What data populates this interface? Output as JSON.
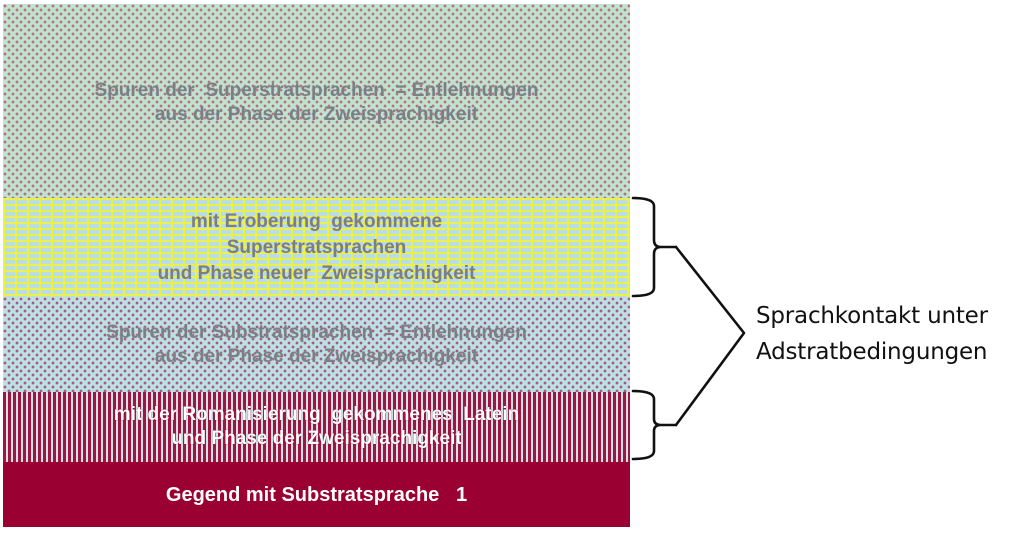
{
  "diagram": {
    "layers": [
      {
        "id": "superstrate-traces",
        "lines": [
          "Spuren der  Superstratsprachen  = Entlehnungen",
          "aus der Phase der Zweisprachigkeit"
        ],
        "text_color": "#7a7f86",
        "background": "#bfe3cf",
        "pattern_color": "#b5707e",
        "pattern": "dotted-hearts"
      },
      {
        "id": "conquest-superstrate",
        "lines": [
          "mit Eroberung  gekommene",
          "Superstratsprachen",
          "und Phase neuer  Zweisprachigkeit"
        ],
        "text_color": "#7a7f86",
        "background": "#b9dde4",
        "pattern_color": "#ecf04a",
        "pattern": "brick"
      },
      {
        "id": "substrate-traces",
        "lines": [
          "Spuren der Substratsprachen  = Entlehnungen",
          "aus der Phase der Zweisprachigkeit"
        ],
        "text_color": "#7a7f86",
        "background": "#bde0e3",
        "pattern_color": "#a45a86",
        "pattern": "dotted-arrows"
      },
      {
        "id": "romanization-latin",
        "lines": [
          "mit der Romanisierung  gekommenes  Latein",
          "und Phase der Zweisprachigkeit"
        ],
        "text_color": "#ffffff",
        "background": "#a0153f",
        "pattern_color": "#cfe4ea",
        "pattern": "vertical-stripes"
      },
      {
        "id": "substrate-region",
        "lines": [
          "Gegend mit Substratsprache   1"
        ],
        "text_color": "#ffffff",
        "background": "#9b0032",
        "pattern": "solid"
      }
    ],
    "annotation": {
      "lines": [
        "Sprachkontakt unter",
        "Adstratbedingungen"
      ],
      "brackets": [
        "upper-brace-conquest-superstrate",
        "lower-brace-romanization-latin"
      ],
      "color": "#111111"
    }
  }
}
